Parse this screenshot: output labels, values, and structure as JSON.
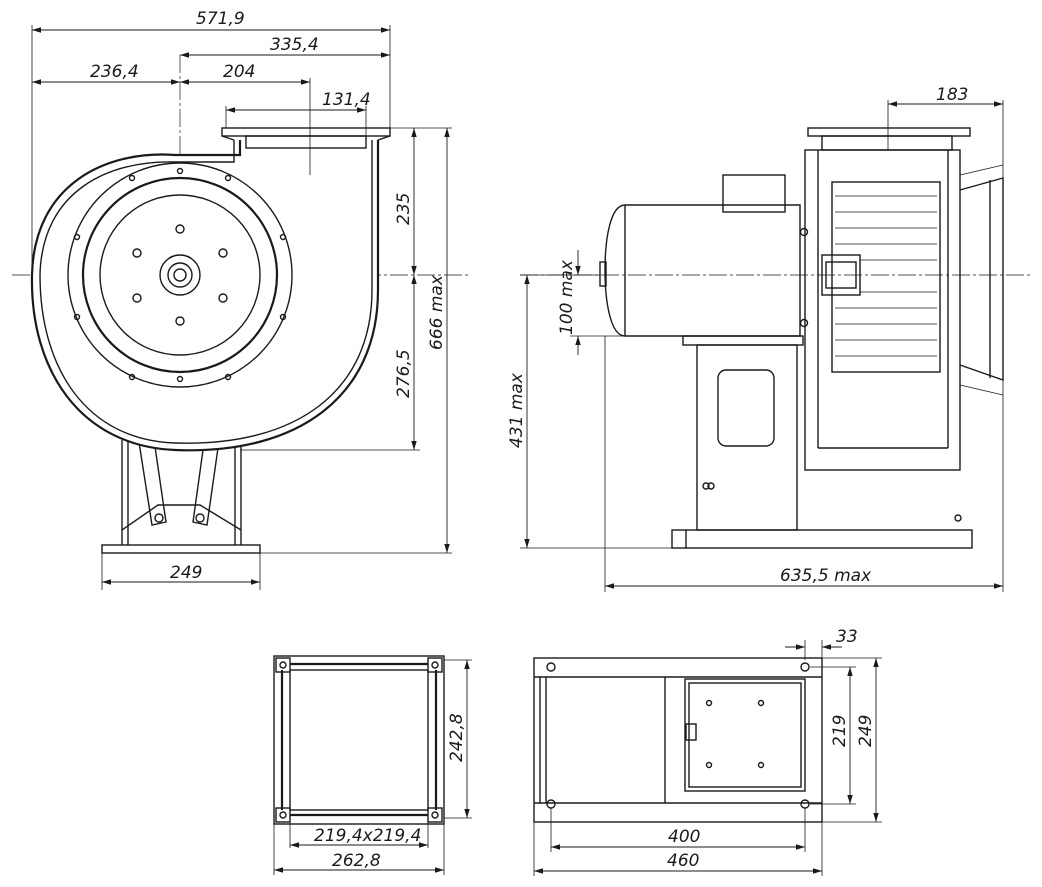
{
  "dimensions": {
    "front_overall_width": "571,9",
    "front_outlet_right": "335,4",
    "front_left_to_axis": "236,4",
    "front_axis_to_outlet": "204",
    "front_outlet_inner": "131,4",
    "front_axis_to_top": "235",
    "front_axis_to_bottom": "276,5",
    "front_total_height": "666 max",
    "front_base_width": "249",
    "side_outlet_width": "183",
    "side_motor_offset": "100 max",
    "side_axis_height": "431 max",
    "side_total_length": "635,5 max",
    "flange_outer": "262,8",
    "flange_inner": "219,4x219,4",
    "flange_height": "242,8",
    "base_hole_offset": "33",
    "base_hole_span_y": "219",
    "base_width": "249",
    "base_hole_span_x": "400",
    "base_length": "460"
  }
}
